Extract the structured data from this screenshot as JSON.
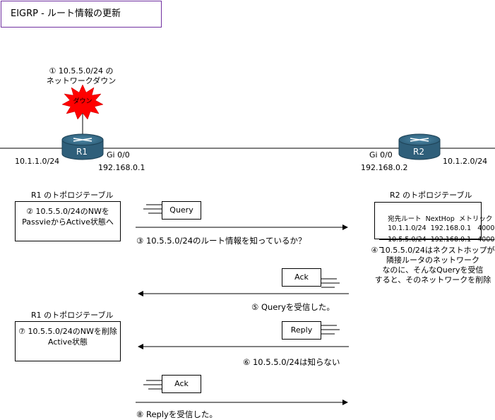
{
  "title": "EIGRP - ルート情報の更新",
  "event": {
    "line1": "① 10.5.5.0/24 の",
    "line2": "ネットワークダウン",
    "burst_label": "ダウン"
  },
  "routers": {
    "r1": {
      "name": "R1",
      "lan": "10.1.1.0/24",
      "if_name": "Gi 0/0",
      "if_ip": "192.168.0.1"
    },
    "r2": {
      "name": "R2",
      "lan": "10.1.2.0/24",
      "if_name": "Gi 0/0",
      "if_ip": "192.168.0.2"
    }
  },
  "r1_topology_1": {
    "label": "R1 のトポロジテーブル",
    "line1": "② 10.5.5.0/24のNWを",
    "line2": "PassvieからActive状態へ"
  },
  "r1_topology_2": {
    "label": "R1 のトポロジテーブル",
    "line1": "⑦ 10.5.5.0/24のNWを削除",
    "line2": "Active状態"
  },
  "r2_topology": {
    "label": "R2 のトポロジテーブル",
    "header": [
      "宛先ルート",
      "NextHop",
      "メトリック"
    ],
    "rows": [
      {
        "dest": "10.1.1.0/24",
        "nexthop": "192.168.0.1",
        "metric": "4000",
        "deleted": false
      },
      {
        "dest": "10.5.5.0/24",
        "nexthop": "192.168.0.1",
        "metric": "4000",
        "deleted": true
      }
    ],
    "note_line1": "④ 10.5.5.0/24はネクストホップが",
    "note_line2": "隣接ルータのネットワーク",
    "note_line3": "なのに、そんなQueryを受信",
    "note_line4": "すると、そのネットワークを削除"
  },
  "messages": {
    "query": {
      "label": "Query",
      "caption": "③ 10.5.5.0/24のルート情報を知っているか？"
    },
    "ack1": {
      "label": "Ack",
      "caption": "⑤ Queryを受信した。"
    },
    "reply": {
      "label": "Reply",
      "caption": "⑥ 10.5.5.0/24は知らない"
    },
    "ack2": {
      "label": "Ack",
      "caption": "⑧ Replyを受信した。"
    }
  },
  "colors": {
    "title_border": "#7030a0",
    "burst_fill": "#ff0000",
    "router_body": "#2f5f7a"
  }
}
